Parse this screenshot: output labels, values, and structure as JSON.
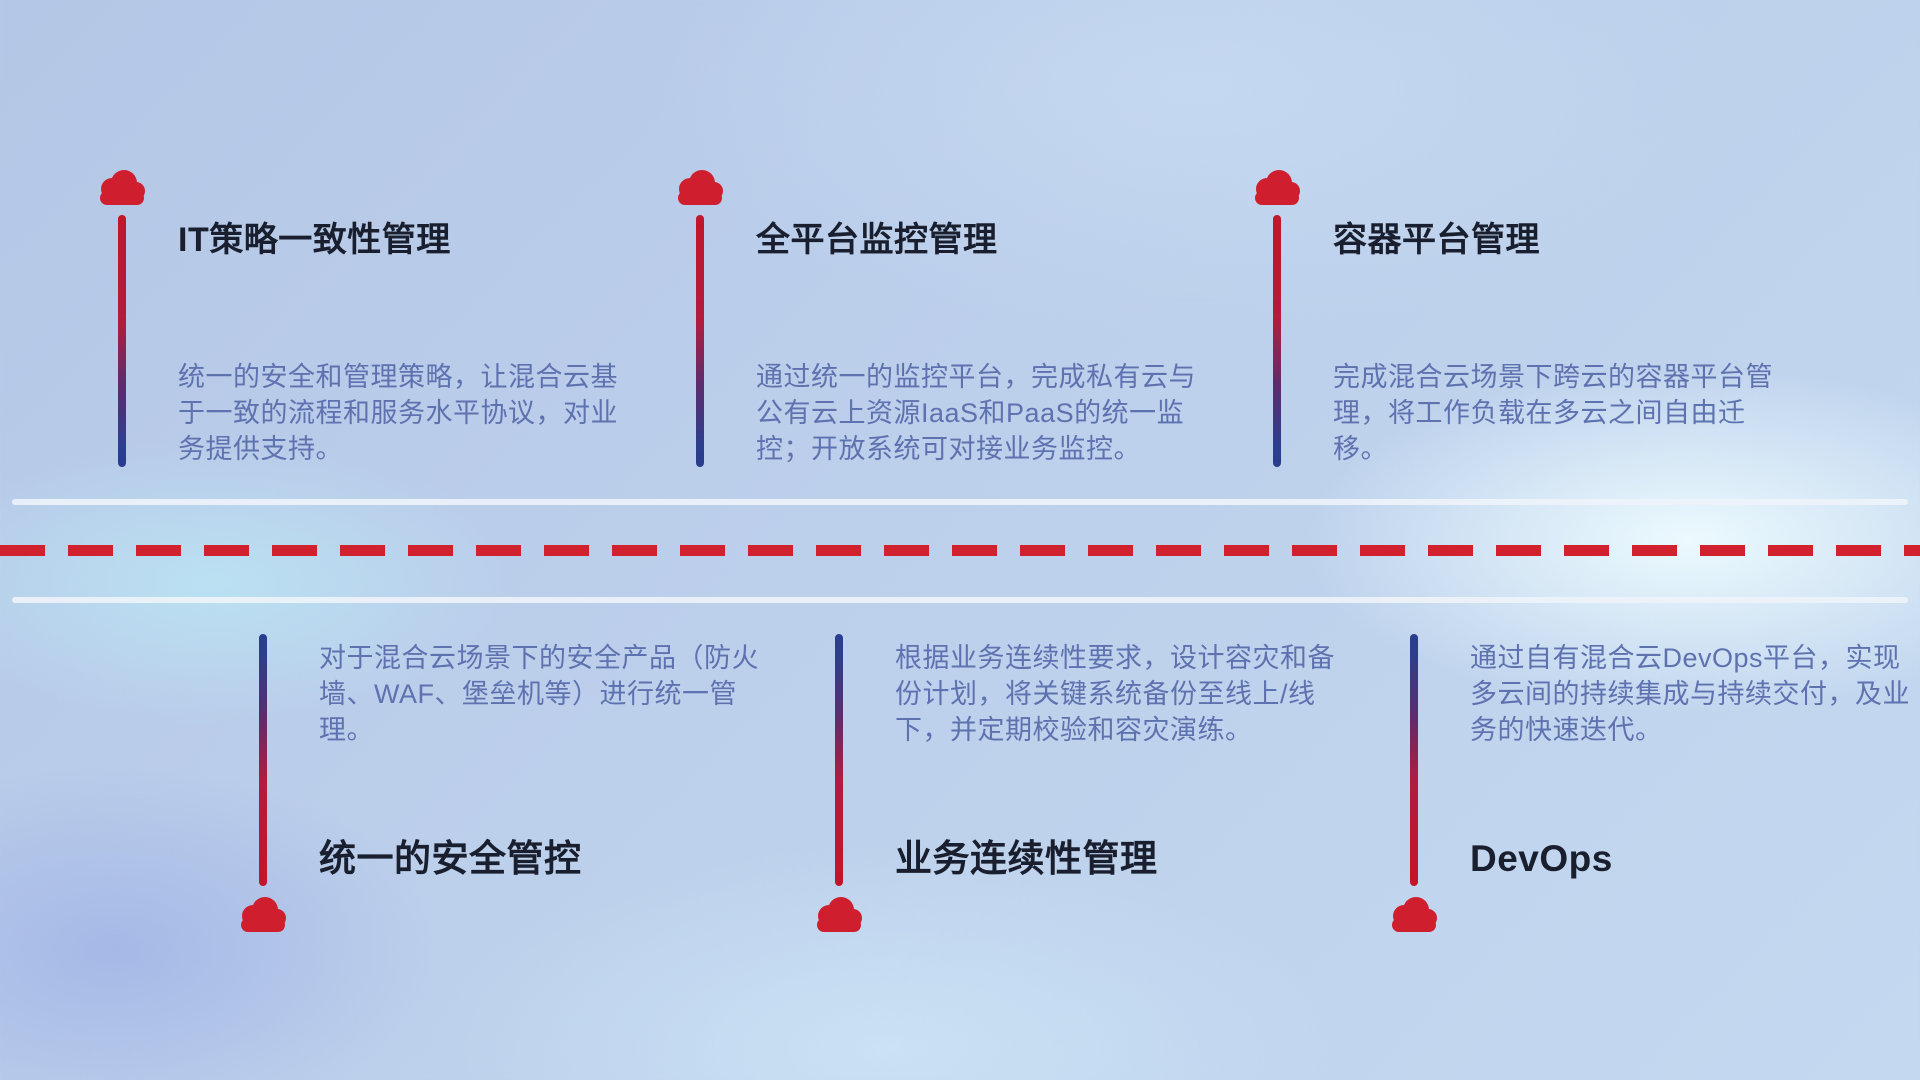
{
  "items": [
    {
      "id": "it-policy",
      "title": "IT策略一致性管理",
      "description": "统一的安全和管理策略，让混合云基于一致的流程和服务水平协议，对业务提供支持。",
      "position": "top"
    },
    {
      "id": "platform-monitoring",
      "title": "全平台监控管理",
      "description": "通过统一的监控平台，完成私有云与公有云上资源IaaS和PaaS的统一监控；开放系统可对接业务监控。",
      "position": "top"
    },
    {
      "id": "container-platform",
      "title": "容器平台管理",
      "description": "完成混合云场景下跨云的容器平台管理，将工作负载在多云之间自由迁移。",
      "position": "top"
    },
    {
      "id": "unified-security",
      "title": "统一的安全管控",
      "description": "对于混合云场景下的安全产品（防火墙、WAF、堡垒机等）进行统一管理。",
      "position": "bottom"
    },
    {
      "id": "business-continuity",
      "title": "业务连续性管理",
      "description": "根据业务连续性要求，设计容灾和备份计划，将关键系统备份至线上/线下，并定期校验和容灾演练。",
      "position": "bottom"
    },
    {
      "id": "devops",
      "title": "DevOps",
      "description": "通过自有混合云DevOps平台，实现多云间的持续集成与持续交付，及业务的快速迭代。",
      "position": "bottom"
    }
  ],
  "colors": {
    "accent-red": "#cf1f2e",
    "dash-red": "#d2212e",
    "line-blue": "#2c3f8f",
    "title-color": "#191f2e",
    "body-color": "#5f72b0",
    "divider-light": "#eef3f9"
  }
}
